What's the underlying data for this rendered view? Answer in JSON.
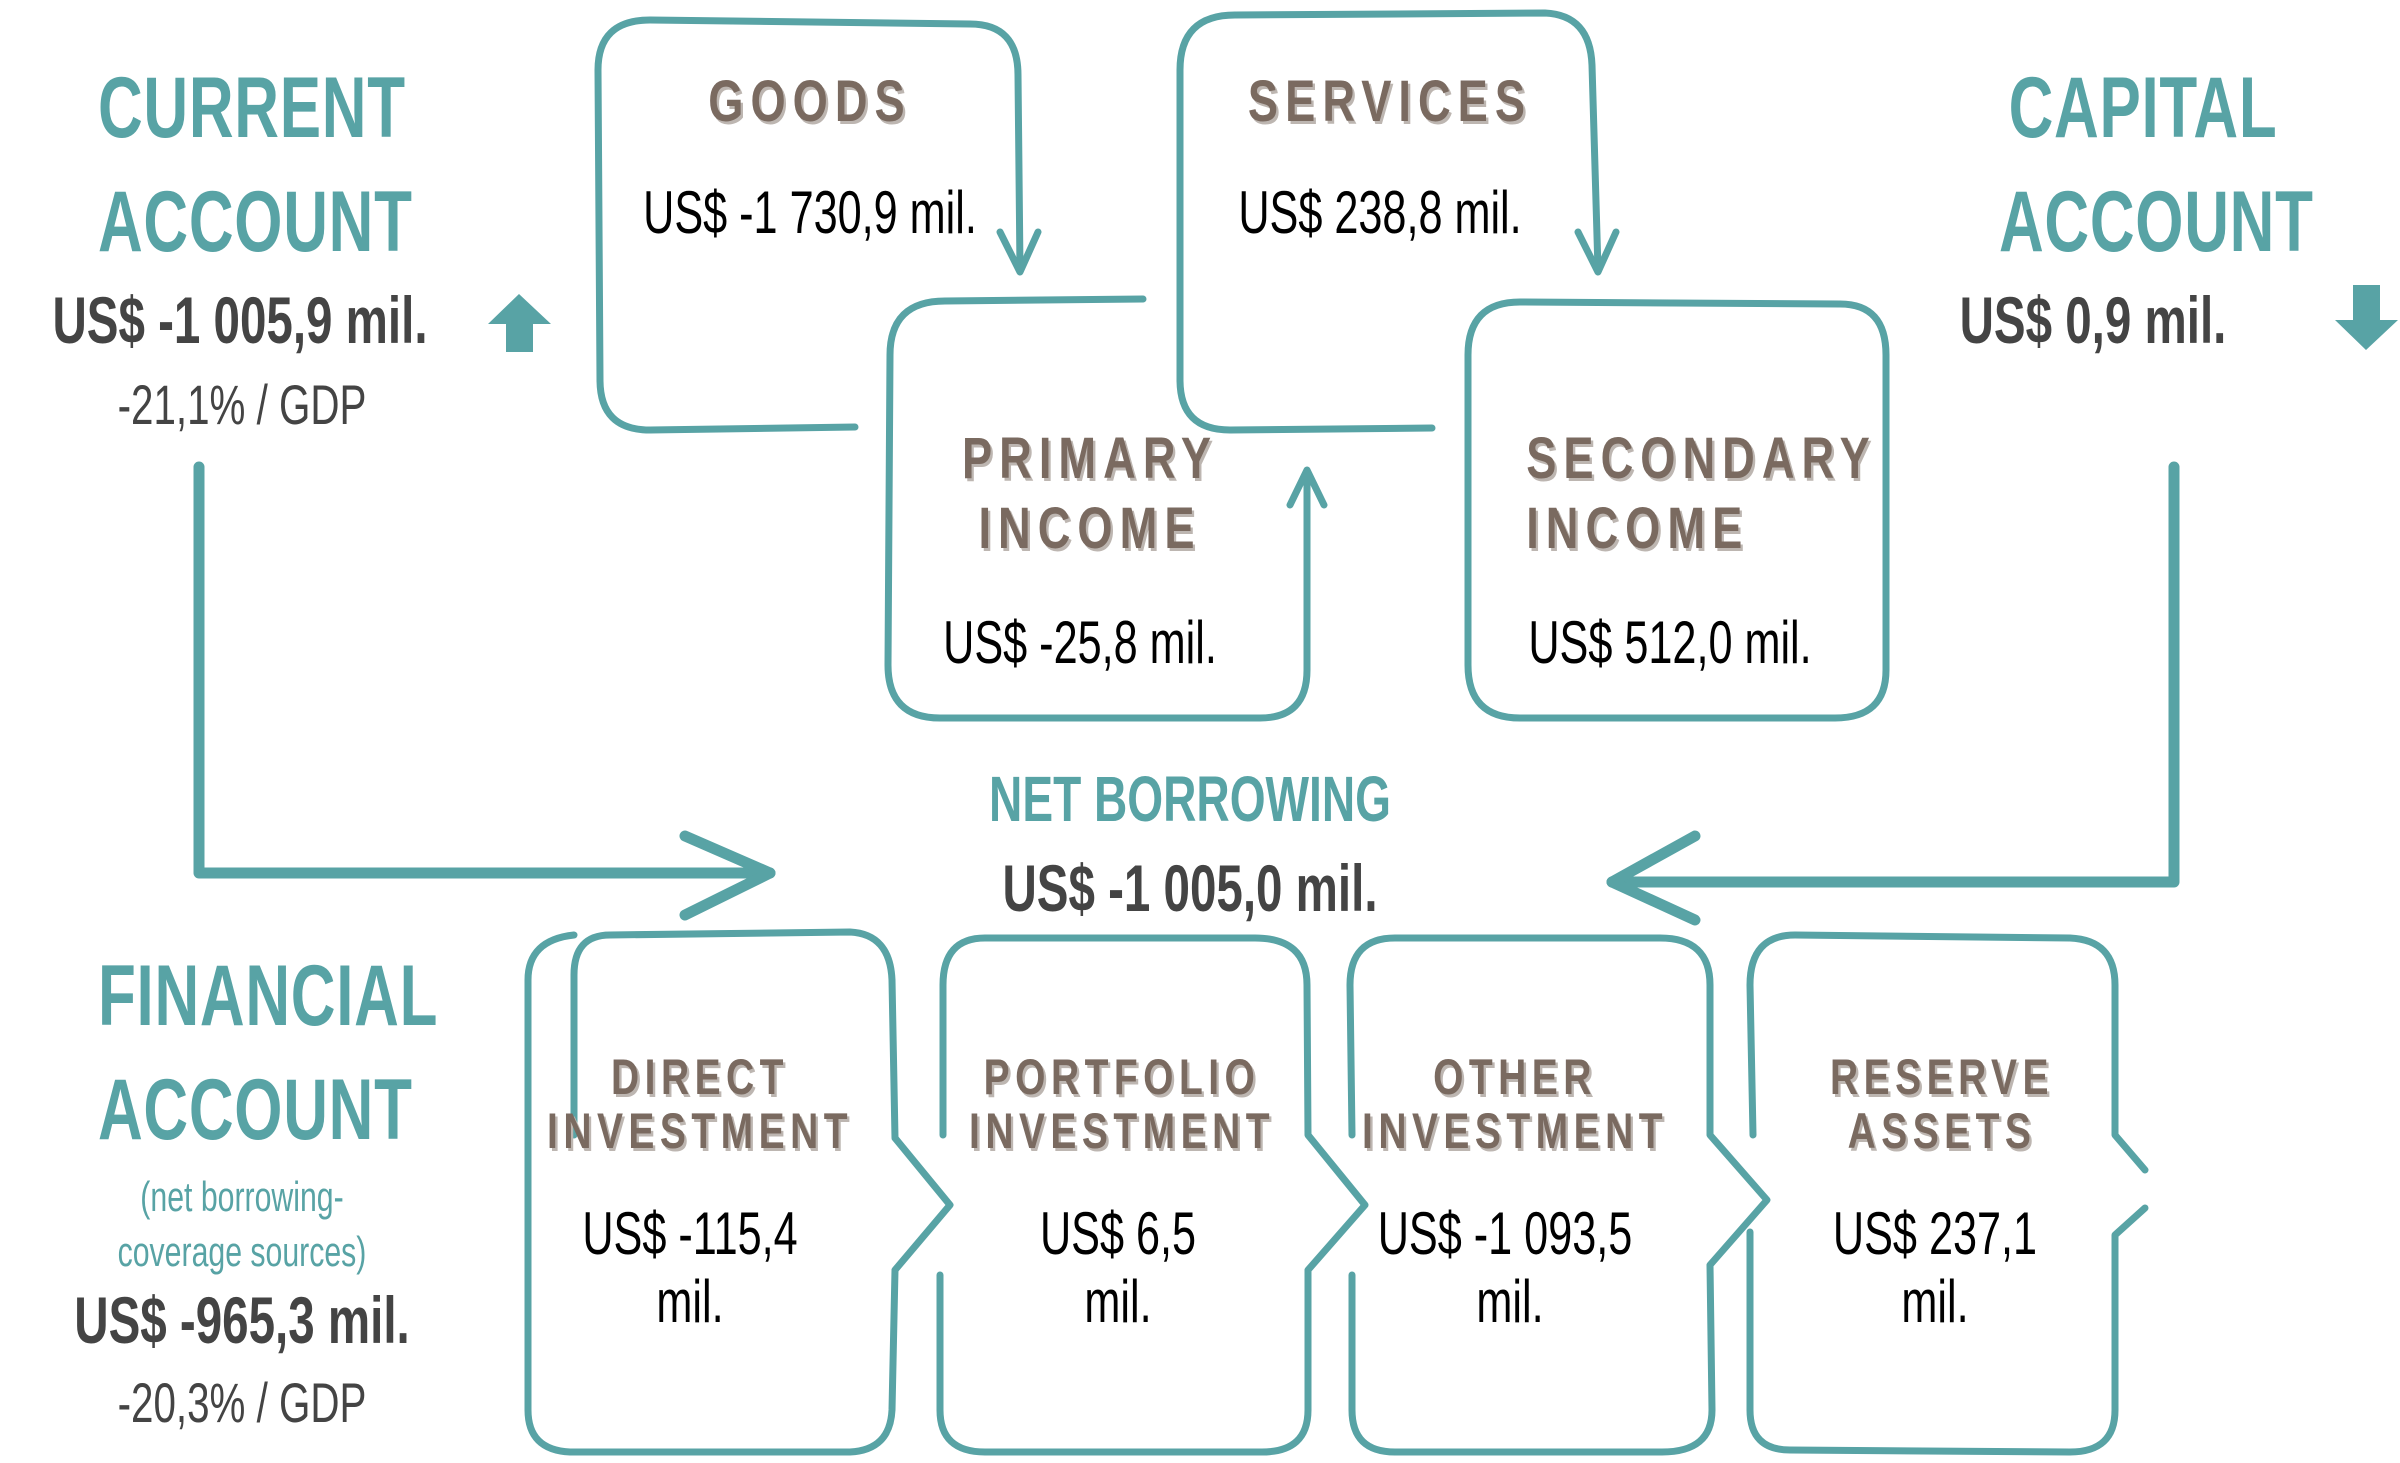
{
  "colors": {
    "accent": "#58a3a5",
    "title_brown": "#7a6a60",
    "dark_text": "#444444",
    "value_text": "#000000"
  },
  "current_account": {
    "title_line1": "CURRENT",
    "title_line2": "ACCOUNT",
    "value": "US$ -1 005,9 mil.",
    "gdp_ratio": "-21,1% / GDP",
    "trend_icon": "arrow-up-icon"
  },
  "capital_account": {
    "title_line1": "CAPITAL",
    "title_line2": "ACCOUNT",
    "value": "US$ 0,9 mil.",
    "trend_icon": "arrow-down-icon"
  },
  "current_components": [
    {
      "title_line1": "GOODS",
      "title_line2": "",
      "value": "US$ -1 730,9 mil."
    },
    {
      "title_line1": "SERVICES",
      "title_line2": "",
      "value": "US$ 238,8 mil."
    },
    {
      "title_line1": "PRIMARY",
      "title_line2": "INCOME",
      "value": "US$ -25,8 mil."
    },
    {
      "title_line1": "SECONDARY",
      "title_line2": "INCOME",
      "value": "US$ 512,0 mil."
    }
  ],
  "net_borrowing": {
    "title": "NET BORROWING",
    "value": "US$ -1 005,0 mil."
  },
  "financial_account": {
    "title_line1": "FINANCIAL",
    "title_line2": "ACCOUNT",
    "note_line1": "(net borrowing-",
    "note_line2": "coverage sources)",
    "value": "US$ -965,3 mil.",
    "gdp_ratio": "-20,3% / GDP"
  },
  "financial_components": [
    {
      "title_line1": "DIRECT",
      "title_line2": "INVESTMENT",
      "value_line1": "US$ -115,4",
      "value_line2": "mil."
    },
    {
      "title_line1": "PORTFOLIO",
      "title_line2": "INVESTMENT",
      "value_line1": "US$ 6,5",
      "value_line2": "mil."
    },
    {
      "title_line1": "OTHER",
      "title_line2": "INVESTMENT",
      "value_line1": "US$ -1 093,5",
      "value_line2": "mil."
    },
    {
      "title_line1": "RESERVE",
      "title_line2": "ASSETS",
      "value_line1": "US$ 237,1",
      "value_line2": "mil."
    }
  ]
}
